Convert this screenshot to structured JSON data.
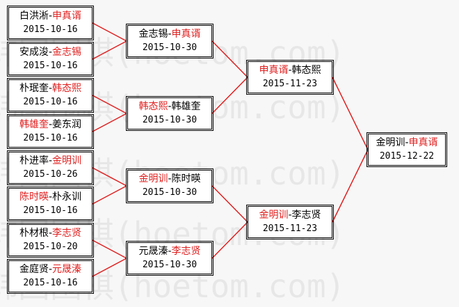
{
  "colors": {
    "winner": "#e02020",
    "line": "#e02020",
    "box_border": "#000000",
    "background": "#f7f7f7"
  },
  "watermark": "韩国围棋(hoetom.com)",
  "round1": [
    {
      "p1": "白洪淅",
      "p2": "申真谞",
      "winner": 2,
      "date": "2015-10-16"
    },
    {
      "p1": "安成浚",
      "p2": "金志锡",
      "winner": 2,
      "date": "2015-10-16"
    },
    {
      "p1": "朴珉奎",
      "p2": "韩态熙",
      "winner": 2,
      "date": "2015-10-16"
    },
    {
      "p1": "韩雄奎",
      "p2": "姜东润",
      "winner": 1,
      "date": "2015-10-16"
    },
    {
      "p1": "朴进率",
      "p2": "金明训",
      "winner": 2,
      "date": "2015-10-26"
    },
    {
      "p1": "陈时暎",
      "p2": "朴永训",
      "winner": 1,
      "date": "2015-10-16"
    },
    {
      "p1": "朴材根",
      "p2": "李志贤",
      "winner": 2,
      "date": "2015-10-20"
    },
    {
      "p1": "金庭贤",
      "p2": "元晟溱",
      "winner": 2,
      "date": "2015-10-16"
    }
  ],
  "round2": [
    {
      "p1": "金志锡",
      "p2": "申真谞",
      "winner": 2,
      "date": "2015-10-30"
    },
    {
      "p1": "韩态熙",
      "p2": "韩雄奎",
      "winner": 1,
      "date": "2015-10-30"
    },
    {
      "p1": "金明训",
      "p2": "陈时暎",
      "winner": 1,
      "date": "2015-10-30"
    },
    {
      "p1": "元晟溱",
      "p2": "李志贤",
      "winner": 2,
      "date": "2015-10-30"
    }
  ],
  "round3": [
    {
      "p1": "申真谞",
      "p2": "韩态熙",
      "winner": 1,
      "date": "2015-11-23"
    },
    {
      "p1": "金明训",
      "p2": "李志贤",
      "winner": 1,
      "date": "2015-11-23"
    }
  ],
  "final": [
    {
      "p1": "金明训",
      "p2": "申真谞",
      "winner": 2,
      "date": "2015-12-22"
    }
  ]
}
